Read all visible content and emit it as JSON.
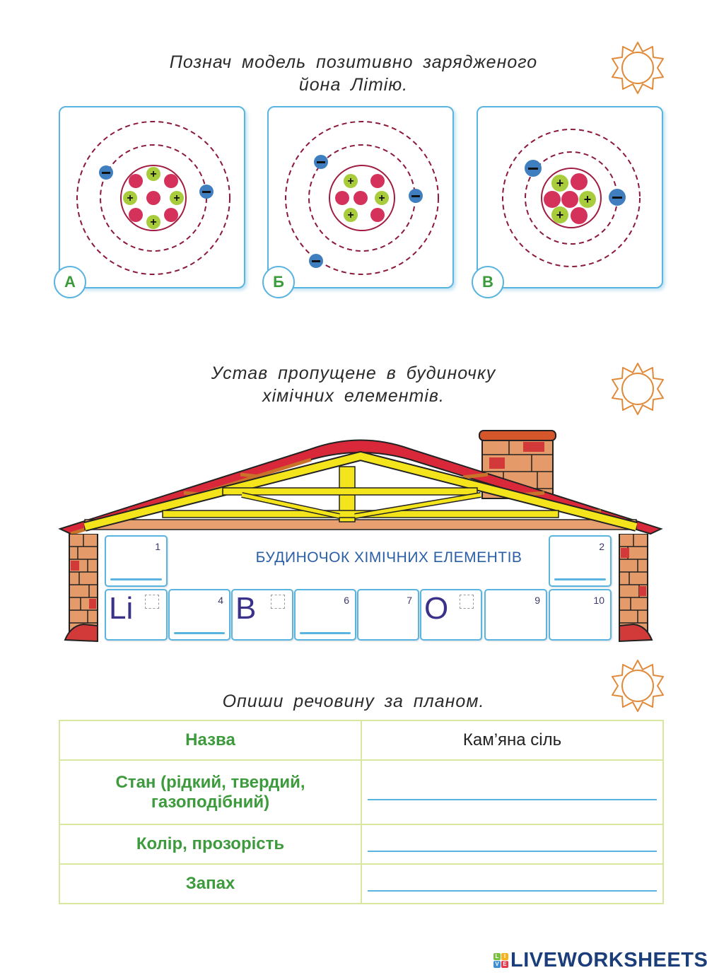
{
  "task1": {
    "title_line1": "Познач модель позитивно зарядженого",
    "title_line2": "йона Літію.",
    "icon": "sun-icon",
    "options": [
      {
        "label": "А",
        "protons": 4,
        "neutrons": 5,
        "electrons": 2
      },
      {
        "label": "Б",
        "protons": 3,
        "neutrons": 4,
        "electrons": 3
      },
      {
        "label": "В",
        "protons": 3,
        "neutrons": 4,
        "electrons": 2
      }
    ]
  },
  "task2": {
    "title_line1": "Устав пропущене в будиночку",
    "title_line2": "хімічних елементів.",
    "icon": "sun-icon",
    "house_title": "БУДИНОЧОК ХІМІЧНИХ ЕЛЕМЕНТІВ",
    "top_cells": [
      {
        "num": "1",
        "symbol": "",
        "has_line": true
      },
      {
        "num": "2",
        "symbol": "",
        "has_line": true
      }
    ],
    "bottom_cells": [
      {
        "num": "",
        "symbol": "Li",
        "has_line": false
      },
      {
        "num": "4",
        "symbol": "",
        "has_line": true
      },
      {
        "num": "",
        "symbol": "B",
        "has_line": false
      },
      {
        "num": "6",
        "symbol": "",
        "has_line": true
      },
      {
        "num": "7",
        "symbol": "",
        "has_line": false
      },
      {
        "num": "",
        "symbol": "O",
        "has_line": false
      },
      {
        "num": "9",
        "symbol": "",
        "has_line": false
      },
      {
        "num": "10",
        "symbol": "",
        "has_line": false
      }
    ]
  },
  "task3": {
    "title": "Опиши речовину за планом.",
    "icon": "sun-icon",
    "rows": [
      {
        "label": "Назва",
        "value": ""
      },
      {
        "label": "Стан (рідкий, твердий, газоподібний)",
        "label_line1": "Стан (рідкий, твердий,",
        "label_line2": "газоподібний)",
        "value": ""
      },
      {
        "label": "Колір, прозорість",
        "value": ""
      },
      {
        "label": "Запах",
        "value": ""
      }
    ],
    "substance": "Кам’яна сіль"
  },
  "footer": {
    "logo_blocks": [
      "L",
      "I",
      "V",
      "E"
    ],
    "logo_text": "LIVEWORKSHEETS"
  },
  "colors": {
    "card_border": "#5ab4e0",
    "label_green": "#3d9b3d",
    "symbol_purple": "#3b3188",
    "house_title_blue": "#2b5fa5",
    "sun_orange": "#e08a3a",
    "proton_green": "#a8cc3c",
    "neutron_red": "#d4325a",
    "electron_blue": "#3f7fc0",
    "orbit_red": "#8b1a3a"
  }
}
